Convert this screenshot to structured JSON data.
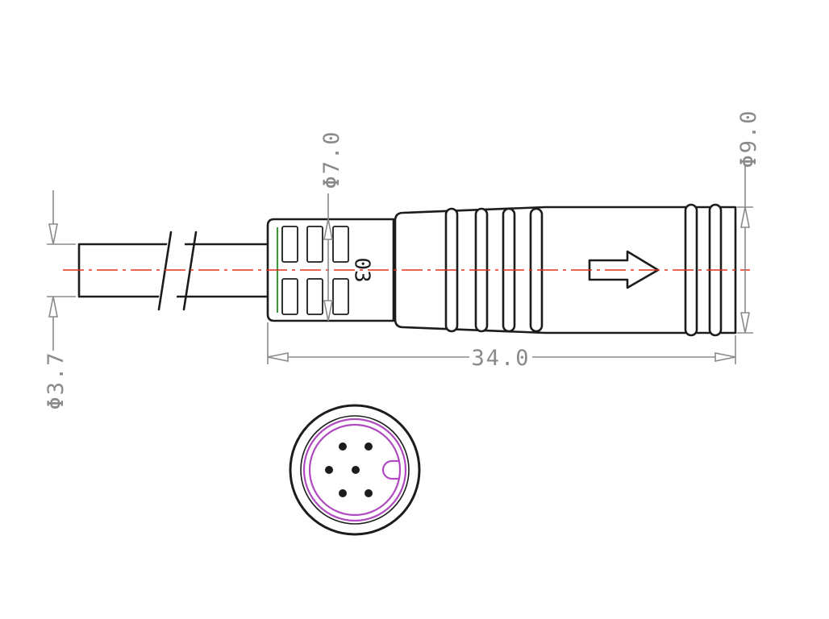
{
  "drawing": {
    "part_marking": "03",
    "colors": {
      "outline": "#1c1c1c",
      "dimension": "#8a8a8a",
      "centerline": "#e0321e",
      "contact_insert": "#b04ac0",
      "collar_edge": "#3a9a3a"
    },
    "dimensions": {
      "cable_diameter": "Φ3.7",
      "collar_diameter": "Φ7.0",
      "body_diameter": "Φ9.0",
      "overall_length": "34.0"
    },
    "end_view": {
      "pin_count": 6,
      "has_coding_key": true
    },
    "icons": {
      "direction_arrow": "right-arrow-icon"
    }
  }
}
